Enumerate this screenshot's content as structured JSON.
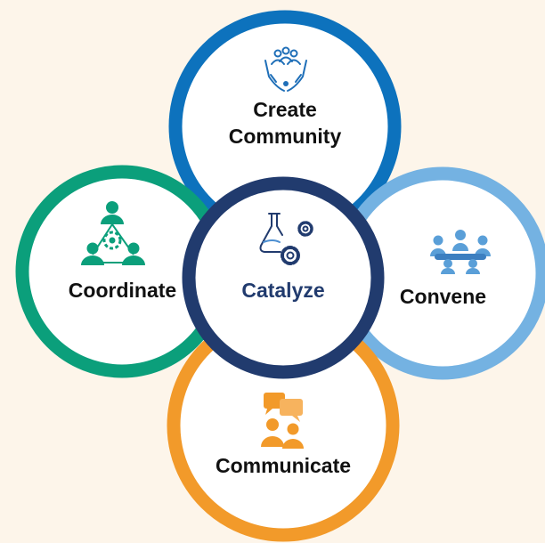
{
  "colors": {
    "background": "#fdf5ea",
    "create": "#0d72bd",
    "coordinate": "#0b9f7b",
    "convene": "#74b2e2",
    "communicate": "#f29a2a",
    "catalyze": "#213b6e",
    "label_text": "#111111",
    "center_text": "#213b6e"
  },
  "nodes": {
    "create": {
      "label_line1": "Create",
      "label_line2": "Community",
      "icon": "hands-holding-people-icon"
    },
    "coordinate": {
      "label": "Coordinate",
      "icon": "people-network-gear-icon"
    },
    "convene": {
      "label": "Convene",
      "icon": "meeting-table-icon"
    },
    "communicate": {
      "label": "Communicate",
      "icon": "people-chat-bubbles-icon"
    },
    "catalyze": {
      "label": "Catalyze",
      "icon": "flask-gears-icon"
    }
  }
}
